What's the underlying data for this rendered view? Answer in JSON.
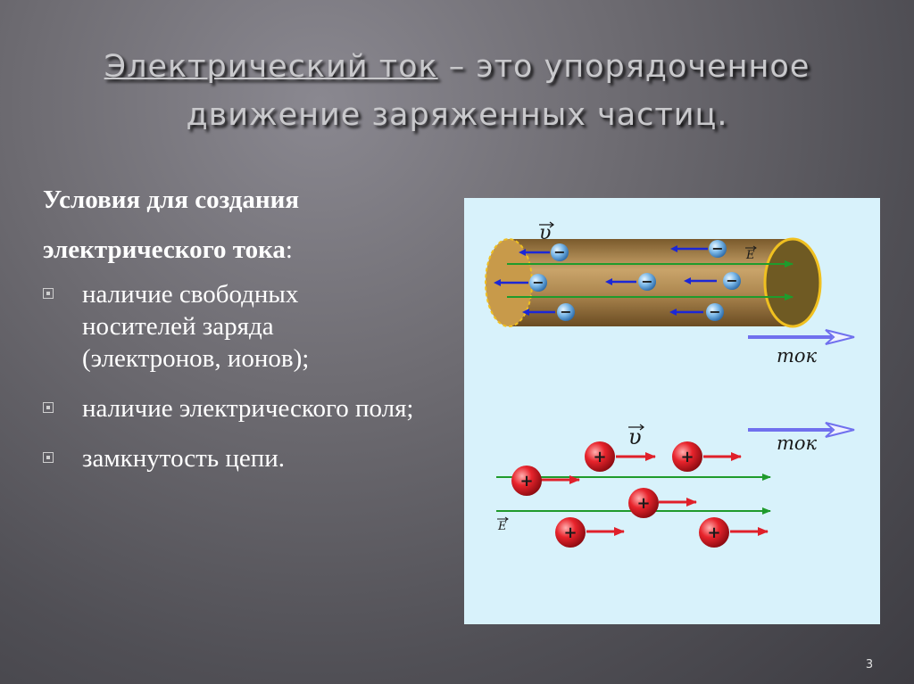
{
  "slide": {
    "title_part1": "Электрический ток",
    "title_part2": " – это упорядоченное",
    "title_line2": "движение заряженных частиц.",
    "intro_line1": "Условия для создания",
    "intro_line2": "электрического тока",
    "intro_colon": ":",
    "bullets": [
      "наличие свободных носителей заряда (электронов, ионов);",
      "наличие электрического поля;",
      "замкнутость цепи."
    ],
    "page_number": "3"
  },
  "figure": {
    "velocity_symbol": "υ",
    "field_symbol": "E",
    "current_label": "ток",
    "negative_sign": "−",
    "positive_sign": "+",
    "colors": {
      "background": "#d8f2fb",
      "conductor": "#a8834c",
      "conductor_end": "#6f5a23",
      "electron": "#6aaee6",
      "electron_arrow": "#1c27d6",
      "field_line": "#1f9b2c",
      "ion": "#e0202a",
      "ion_arrow": "#e0202a",
      "current_arrow": "#7070ee"
    }
  }
}
